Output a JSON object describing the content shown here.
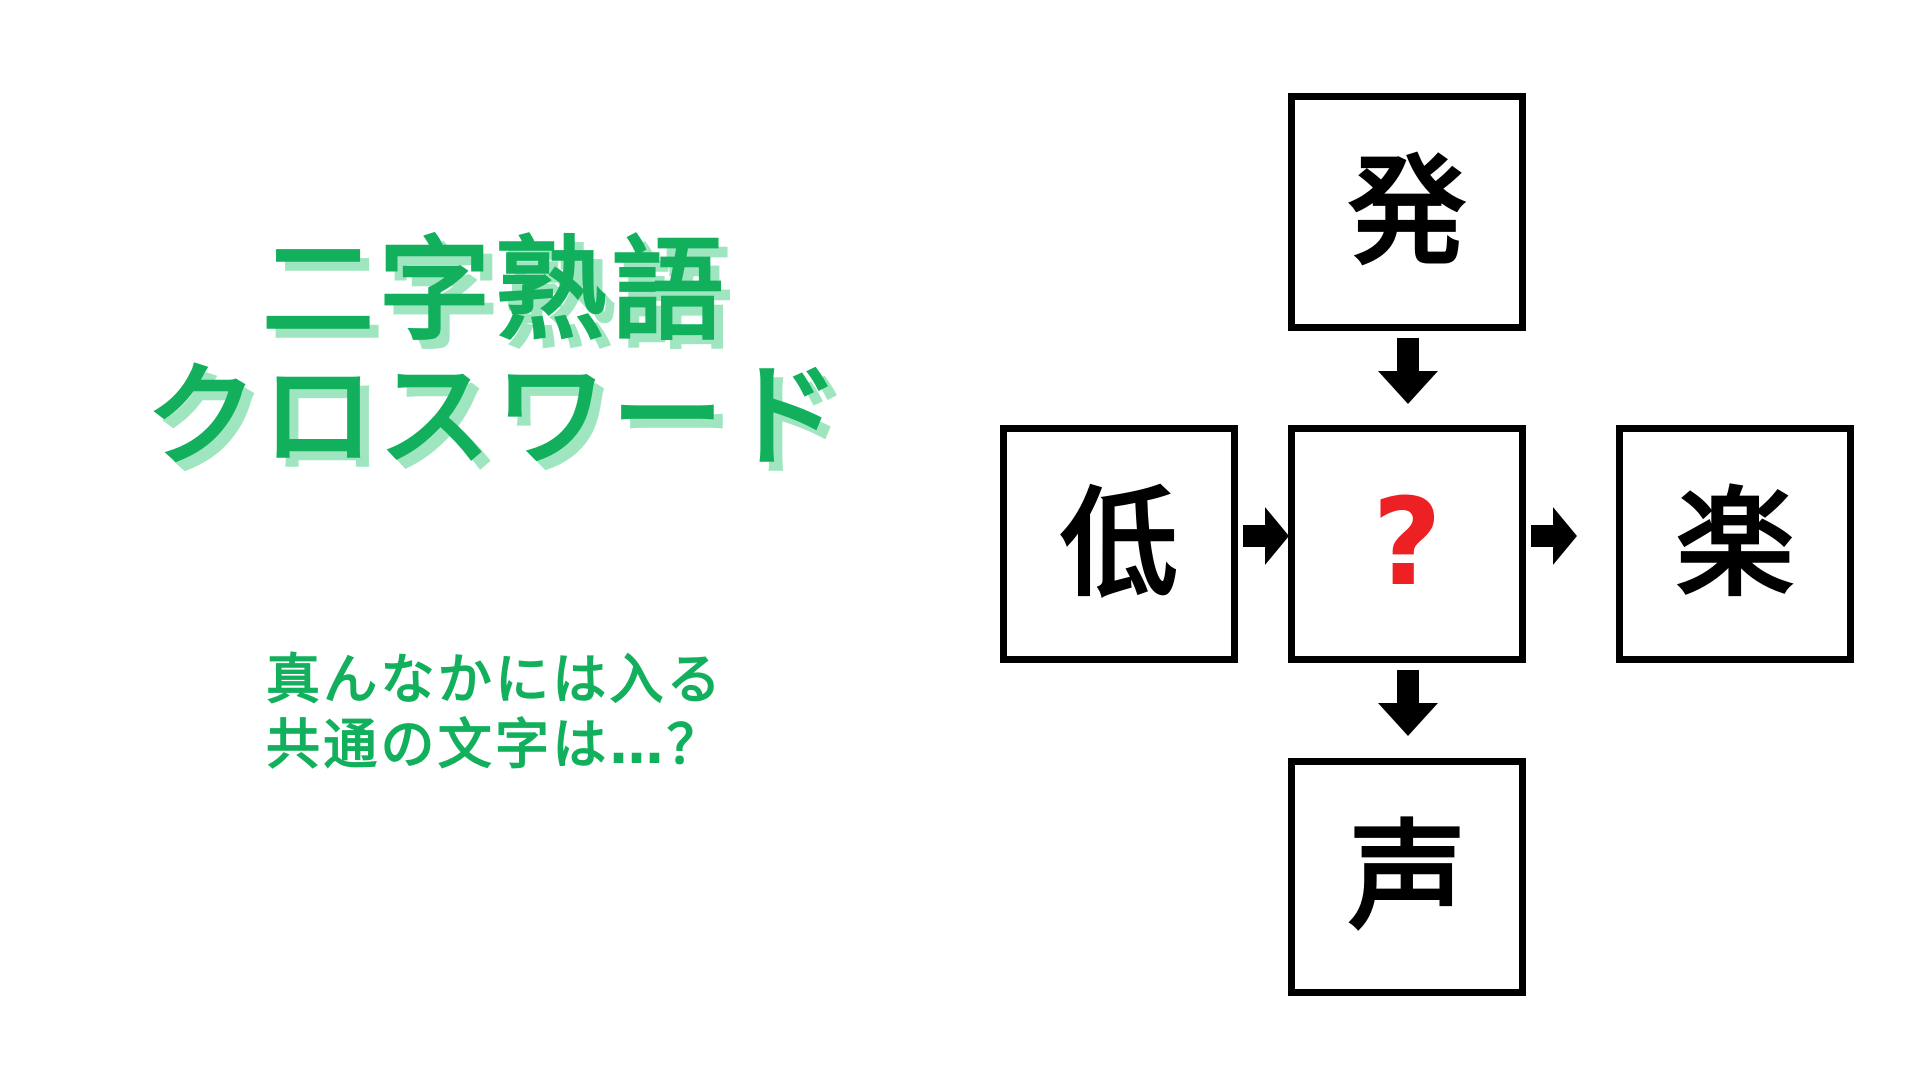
{
  "page": {
    "background_color": "#ffffff",
    "accent_green": "#12b05c",
    "accent_green_shadow": "#9fe6c0",
    "answer_red": "#ed2024",
    "outline_black": "#000000"
  },
  "left_panel": {
    "title": {
      "line1": "二字熟語",
      "line2": "クロスワード"
    },
    "subtitle": {
      "line1": "真んなかには入る",
      "line2": "共通の文字は…？"
    }
  },
  "puzzle": {
    "layout": "plus-cross",
    "cells": {
      "top": {
        "label": "発",
        "role": "clue"
      },
      "left": {
        "label": "低",
        "role": "clue"
      },
      "center": {
        "label": "?",
        "role": "answer"
      },
      "right": {
        "label": "楽",
        "role": "clue"
      },
      "bottom": {
        "label": "声",
        "role": "clue"
      }
    },
    "arrows": [
      {
        "id": "top-to-center",
        "direction": "down",
        "from": "発",
        "to": "?"
      },
      {
        "id": "left-to-center",
        "direction": "right",
        "from": "低",
        "to": "?"
      },
      {
        "id": "center-to-right",
        "direction": "right",
        "from": "?",
        "to": "楽"
      },
      {
        "id": "center-to-bottom",
        "direction": "down",
        "from": "?",
        "to": "声"
      }
    ]
  }
}
